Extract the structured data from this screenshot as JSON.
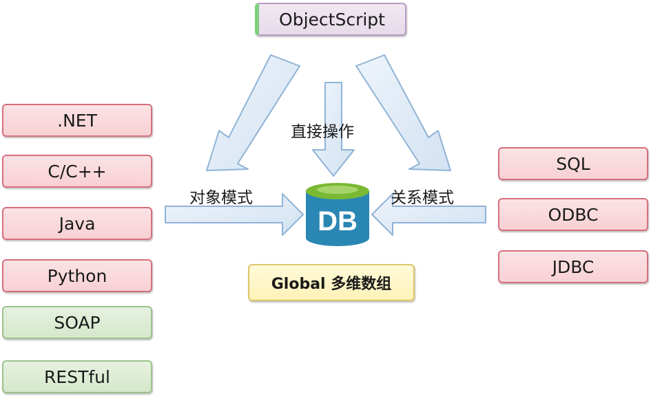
{
  "top_source": "ObjectScript",
  "left_sources": [
    ".NET",
    "C/C++",
    "Java",
    "Python",
    "SOAP",
    "RESTful"
  ],
  "right_sources": [
    "SQL",
    "ODBC",
    "JDBC"
  ],
  "edge_labels": {
    "direct": "直接操作",
    "object": "对象模式",
    "relational": "关系模式"
  },
  "database": {
    "icon_text": "DB",
    "caption": "Global 多维数组"
  },
  "colors": {
    "red_box": "#f8d0d4",
    "green_box": "#d5e8cb",
    "db_blue": "#2a86b3",
    "db_top": "#7ab934",
    "arrow_fill": "#dde9f6",
    "arrow_stroke": "#8fb3d6"
  }
}
